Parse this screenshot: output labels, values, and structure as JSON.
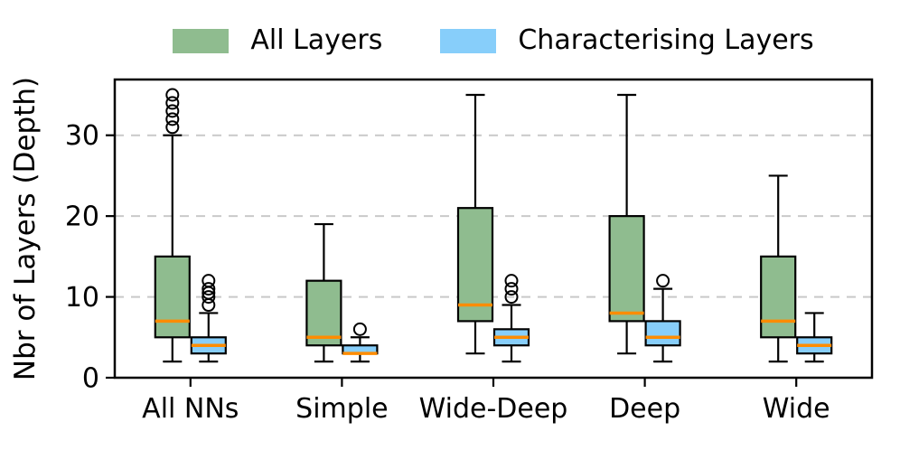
{
  "chart_data": {
    "type": "boxplot",
    "title": "",
    "ylabel": "Nbr of Layers (Depth)",
    "xlabel": "",
    "ylim": [
      0,
      36.9
    ],
    "yticks": [
      0,
      10,
      20,
      30
    ],
    "grid": "horizontal dashed at yticks",
    "legend_position": "top center, frameless",
    "categories": [
      "All NNs",
      "Simple",
      "Wide-Deep",
      "Deep",
      "Wide"
    ],
    "legend": [
      {
        "label": "All Layers",
        "color": "#8fbc8f"
      },
      {
        "label": "Characterising Layers",
        "color": "#87cefa"
      }
    ],
    "median_color": "#ff8c00",
    "box_edge_color": "#000000",
    "gridline_color": "#c9c9c9",
    "series": [
      {
        "name": "All Layers",
        "color": "#8fbc8f",
        "boxes": [
          {
            "category": "All NNs",
            "whislo": 2,
            "q1": 5,
            "med": 7,
            "q3": 15,
            "whishi": 30,
            "fliers": [
              31,
              32,
              33,
              34,
              35
            ]
          },
          {
            "category": "Simple",
            "whislo": 2,
            "q1": 4,
            "med": 5,
            "q3": 12,
            "whishi": 19,
            "fliers": []
          },
          {
            "category": "Wide-Deep",
            "whislo": 3,
            "q1": 7,
            "med": 9,
            "q3": 21,
            "whishi": 35,
            "fliers": []
          },
          {
            "category": "Deep",
            "whislo": 3,
            "q1": 7,
            "med": 8,
            "q3": 20,
            "whishi": 35,
            "fliers": []
          },
          {
            "category": "Wide",
            "whislo": 2,
            "q1": 5,
            "med": 7,
            "q3": 15,
            "whishi": 25,
            "fliers": []
          }
        ]
      },
      {
        "name": "Characterising Layers",
        "color": "#87cefa",
        "boxes": [
          {
            "category": "All NNs",
            "whislo": 2,
            "q1": 3,
            "med": 4,
            "q3": 5,
            "whishi": 8,
            "fliers": [
              9,
              10,
              10.5,
              11,
              12
            ]
          },
          {
            "category": "Simple",
            "whislo": 2,
            "q1": 3,
            "med": 3,
            "q3": 4,
            "whishi": 5,
            "fliers": [
              6
            ]
          },
          {
            "category": "Wide-Deep",
            "whislo": 2,
            "q1": 4,
            "med": 5,
            "q3": 6,
            "whishi": 9,
            "fliers": [
              10,
              11,
              12
            ]
          },
          {
            "category": "Deep",
            "whislo": 2,
            "q1": 4,
            "med": 5,
            "q3": 7,
            "whishi": 11,
            "fliers": [
              12
            ]
          },
          {
            "category": "Wide",
            "whislo": 2,
            "q1": 3,
            "med": 4,
            "q3": 5,
            "whishi": 8,
            "fliers": []
          }
        ]
      }
    ]
  }
}
